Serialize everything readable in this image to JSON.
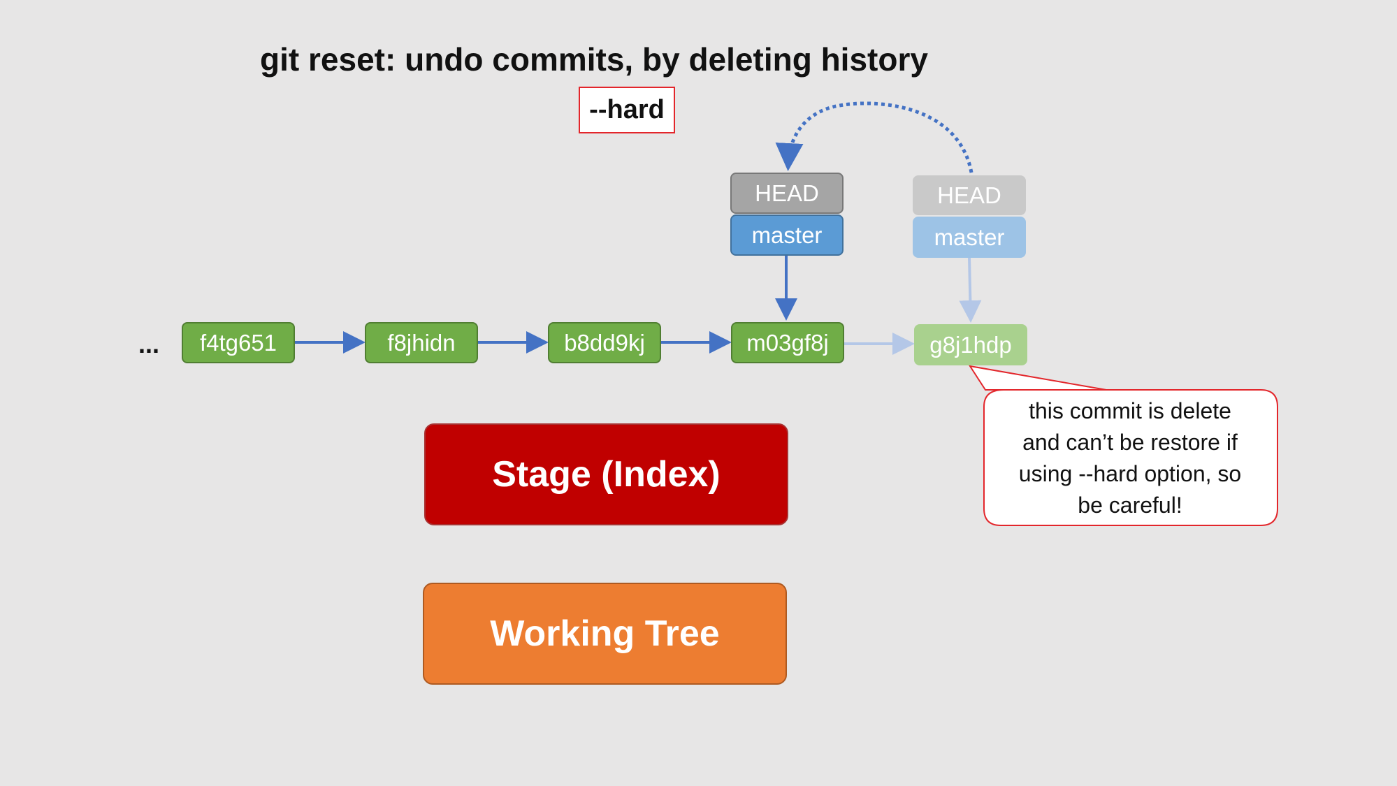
{
  "title": "git reset: undo commits, by deleting history",
  "option_label": "--hard",
  "ellipsis": "...",
  "commits": [
    "f4tg651",
    "f8jhidn",
    "b8dd9kj",
    "m03gf8j",
    "g8j1hdp"
  ],
  "current_pointer": {
    "head": "HEAD",
    "branch": "master"
  },
  "previous_pointer": {
    "head": "HEAD",
    "branch": "master"
  },
  "areas": {
    "stage": "Stage (Index)",
    "working_tree": "Working Tree"
  },
  "callout": {
    "lines": [
      "this commit is delete",
      "and can’t be restore if",
      "using --hard option, so",
      "be careful!"
    ]
  },
  "colors": {
    "background": "#e7e6e6",
    "commit": "#70ad47",
    "commit_deleted": "#a9d18e",
    "head": "#a5a5a5",
    "master": "#5b9bd5",
    "stage": "#c00000",
    "working_tree": "#ed7d31",
    "arrow": "#4472c4",
    "warning": "#e3262b"
  }
}
